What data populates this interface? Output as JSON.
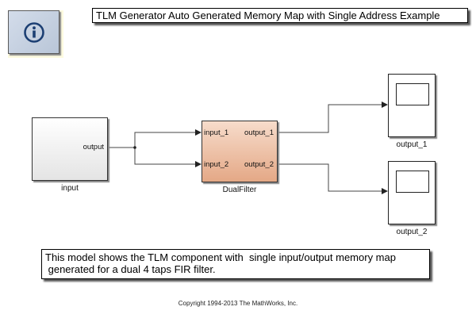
{
  "info_button": {
    "icon": "info-icon"
  },
  "title_annotation": "TLM Generator Auto Generated Memory Map with Single Address Example",
  "description_annotation": {
    "line1": "This model shows the TLM component with  single input/output memory map",
    "line2": " generated for a dual 4 taps FIR filter."
  },
  "copyright": "Copyright 1994-2013 The MathWorks, Inc.",
  "blocks": {
    "input": {
      "name": "input",
      "port_out": "output"
    },
    "dual_filter": {
      "name": "DualFilter",
      "inputs": [
        "input_1",
        "input_2"
      ],
      "outputs": [
        "output_1",
        "output_2"
      ]
    },
    "scope1": {
      "name": "output_1"
    },
    "scope2": {
      "name": "output_2"
    }
  },
  "colors": {
    "filter_top": "#f7dccb",
    "filter_bottom": "#e4a886",
    "info_button": "#c6d1e1",
    "info_icon": "#1c3f73"
  }
}
